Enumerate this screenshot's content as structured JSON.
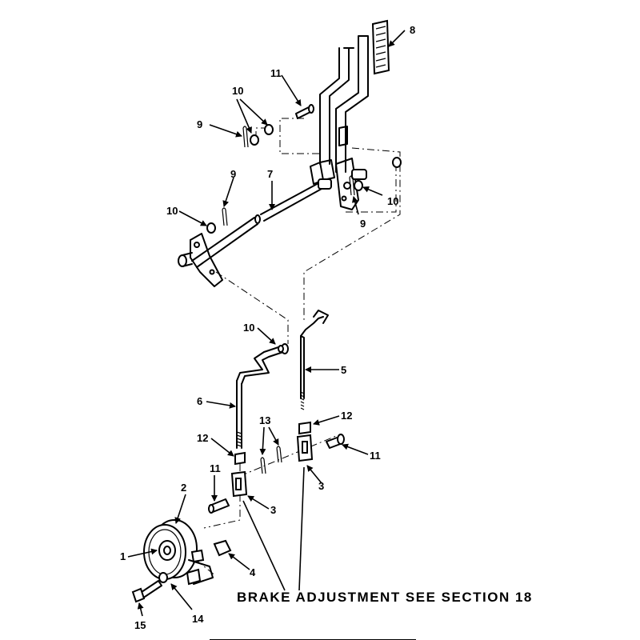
{
  "caption": "BRAKE ADJUSTMENT SEE SECTION 18",
  "callouts": {
    "c1": "1",
    "c2": "2",
    "c3a": "3",
    "c3b": "3",
    "c4": "4",
    "c5": "5",
    "c6": "6",
    "c7": "7",
    "c8": "8",
    "c9a": "9",
    "c9b": "9",
    "c9c": "9",
    "c10a": "10",
    "c10b": "10",
    "c10c": "10",
    "c10d": "10",
    "c11a": "11",
    "c11b": "11",
    "c11c": "11",
    "c12a": "12",
    "c12b": "12",
    "c13": "13",
    "c14": "14",
    "c15": "15"
  }
}
